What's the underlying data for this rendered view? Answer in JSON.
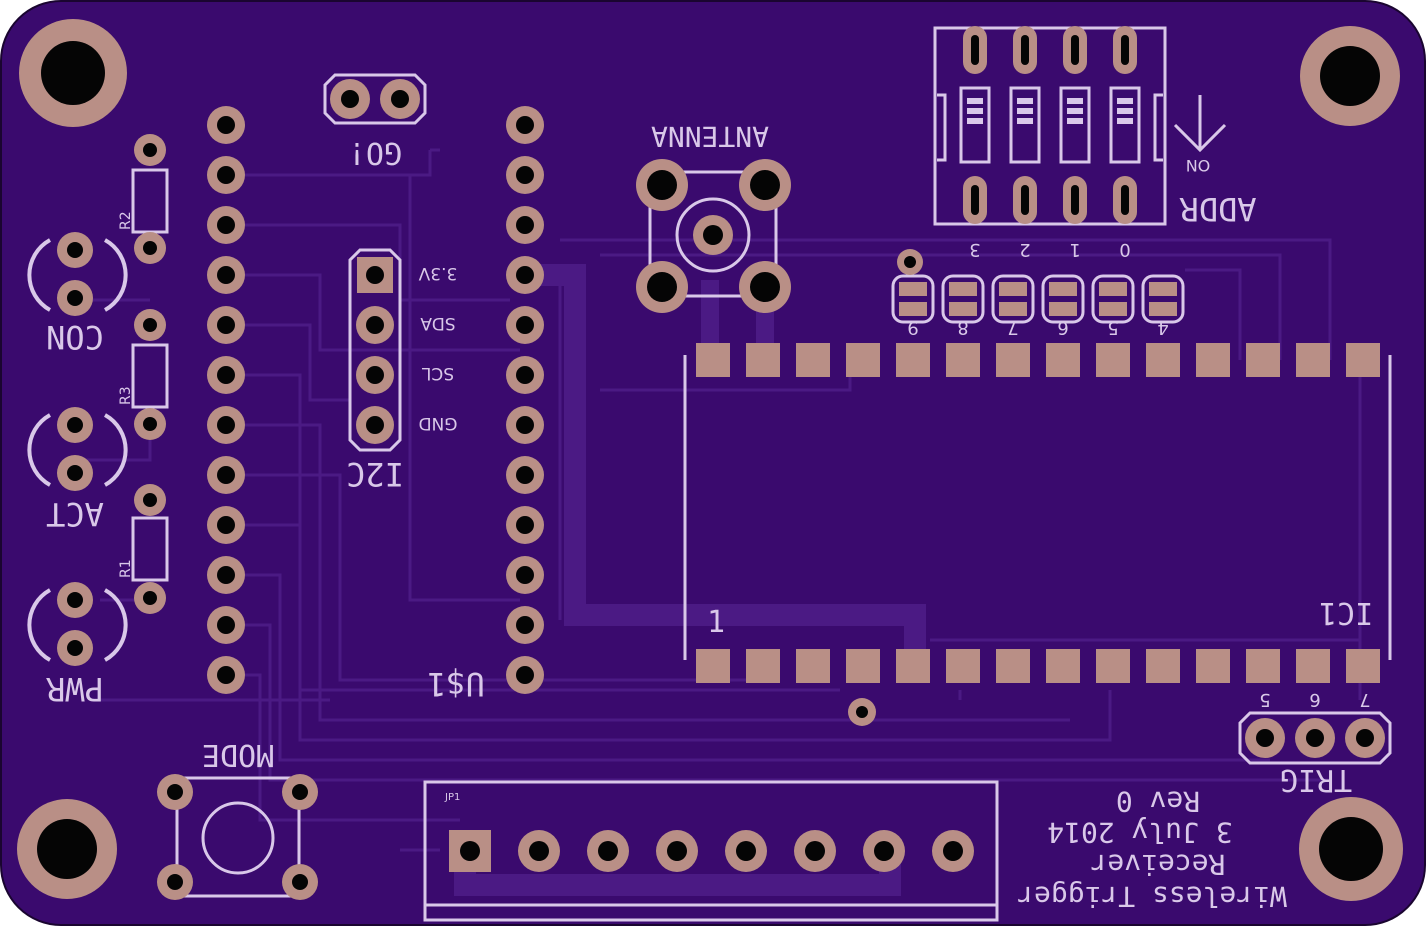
{
  "colors": {
    "board": "#3a0a6e",
    "trace": "#4b1a84",
    "silk": "#d9c8e9",
    "copper": "#b98f86",
    "hole": "#050505",
    "outline": "#1a0530"
  },
  "labels": {
    "con": "CON",
    "act": "ACT",
    "pwr": "PWR",
    "r2": "R2",
    "r3": "R3",
    "r1": "R1",
    "go": "GO!",
    "i2c": "I2C",
    "v33": "3.3V",
    "sda": "SDA",
    "scl": "SCL",
    "gnd": "GND",
    "usd": "U$1",
    "antenna": "ANTENNA",
    "addr": "ADDR",
    "on": "ON",
    "ic1": "IC1",
    "pin1": "1",
    "mode": "MODE",
    "jp1": "JP1",
    "trig": "TRIG",
    "addr_digits": [
      "3",
      "2",
      "1",
      "0"
    ],
    "jumper_digits": [
      "9",
      "8",
      "7",
      "6",
      "5",
      "4"
    ],
    "trig_digits": [
      "5",
      "6",
      "7"
    ],
    "title_lines": [
      "Wireless Trigger",
      "Receiver",
      "3 July 2014",
      "Rev 0"
    ]
  }
}
